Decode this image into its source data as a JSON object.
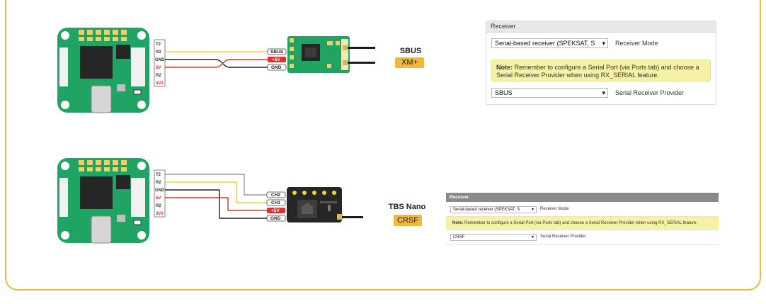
{
  "rows": [
    {
      "fc_pins": [
        "T2",
        "R2",
        "GND",
        "5V",
        "R2",
        "3V3"
      ],
      "rx_pins": [
        "SBUS",
        "+5V",
        "GND"
      ],
      "rx_name": "SBUS",
      "rx_badge": "XM+"
    },
    {
      "fc_pins": [
        "T2",
        "R2",
        "GND",
        "5V",
        "R2",
        "3V3"
      ],
      "rx_pins": [
        "CH2",
        "CH1",
        "+5V",
        "GND"
      ],
      "rx_name": "TBS Nano",
      "rx_badge": "CRSF"
    }
  ],
  "panel1": {
    "title": "Receiver",
    "mode_value": "Serial-based receiver (SPEKSAT, S",
    "mode_label": "Receiver Mode",
    "note_bold": "Note:",
    "note_text": " Remember to configure a Serial Port (via Ports tab) and choose a Serial Receiver Provider when using RX_SERIAL feature.",
    "provider_value": "SBUS",
    "provider_label": "Serial Receiver Provider"
  },
  "panel2": {
    "title": "Receiver",
    "mode_value": "Serial-based receiver (SPEKSAT, S",
    "mode_label": "Receiver Mode",
    "note_bold": "Note:",
    "note_text": " Remember to configure a Serial Port (via Ports tab) and choose a Serial Receiver Provider when using RX_SERIAL feature.",
    "provider_value": "CRSF",
    "provider_label": "Serial Receiver Provider"
  },
  "colors": {
    "accent": "#f0b93c",
    "board_green": "#1fa464",
    "wire_red": "#e03131",
    "wire_yellow": "#f2d33a",
    "wire_black": "#222222",
    "wire_gray": "#9a9a9a"
  }
}
